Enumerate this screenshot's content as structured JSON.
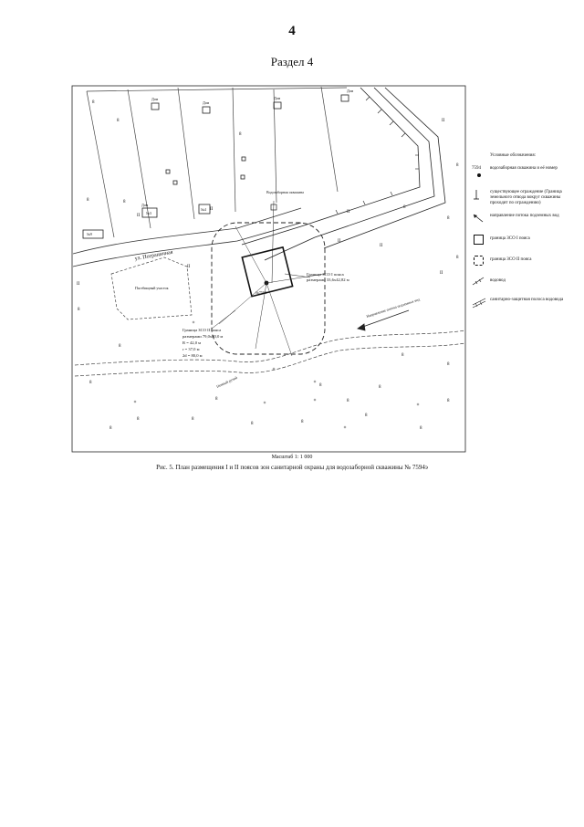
{
  "page": {
    "number": "4",
    "section": "Раздел 4"
  },
  "map": {
    "street_label": "ул. Пограничная",
    "house_label": "Дом",
    "house_number_1": "№3",
    "house_number_2": "№9",
    "house_number_3": "№4",
    "garden_label": "Пастбищный участок",
    "well_label": "Водозаборная скважина",
    "zone1_label": "Граница ЗСО I пояса",
    "zone1_size": "размерами 33,6х42,82 м",
    "zone2_label": "Граница ЗСО II пояса",
    "zone2_size": "размерами 79,0х80,0 м",
    "r_big": "R = 42,0 м",
    "r_small": "r = 37,0 м",
    "diameter": "2d = 80,0 м",
    "well_number": "№7594",
    "flow_label": "Направление потока подземных вод",
    "river_label": "Пенный ручей"
  },
  "legend": {
    "title": "Условные обозначения:",
    "items": [
      {
        "symbol": "7594",
        "text": "водозаборная скважина и её номер"
      },
      {
        "symbol": "",
        "text": "существующее ограждение (Граница земельного отвода вокруг скважины проходит по ограждению)"
      },
      {
        "symbol": "",
        "text": "направление потока подземных вод"
      },
      {
        "symbol": "",
        "text": "граница ЗСО I пояса"
      },
      {
        "symbol": "",
        "text": "граница ЗСО II пояса"
      },
      {
        "symbol": "",
        "text": "водовод"
      },
      {
        "symbol": "",
        "text": "санитарно-защитная полоса водовода"
      }
    ]
  },
  "footer": {
    "scale": "Масштаб 1: 1 000",
    "caption": "Рис. 5. План размещения I и II поясов зон санитарной охраны для водозаборной скважины № 7594э"
  }
}
